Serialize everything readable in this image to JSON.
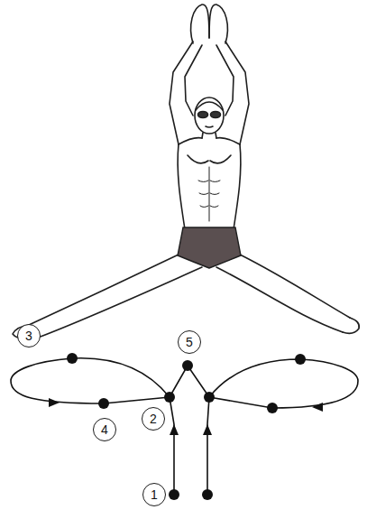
{
  "diagram": {
    "nodes": [
      {
        "text": [
          "3"
        ]
      },
      {
        "text": [
          "5"
        ]
      },
      {
        "text": [
          "2"
        ]
      },
      {
        "text": [
          "4"
        ]
      },
      {
        "text": [
          "1"
        ]
      }
    ]
  }
}
